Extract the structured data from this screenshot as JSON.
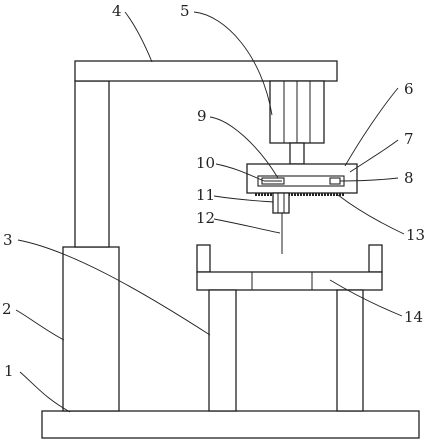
{
  "colors": {
    "line": "#222222",
    "background": "#ffffff"
  },
  "labels": [
    "1",
    "2",
    "3",
    "4",
    "5",
    "6",
    "7",
    "8",
    "9",
    "10",
    "11",
    "12",
    "13",
    "14"
  ]
}
